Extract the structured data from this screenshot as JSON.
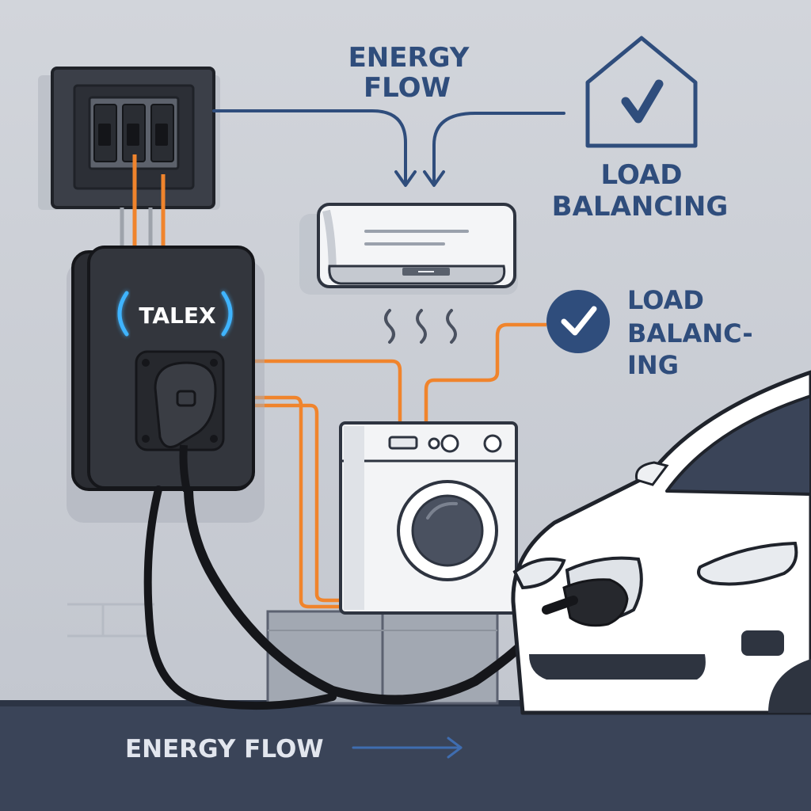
{
  "labels": {
    "energy_flow_top_line1": "ENERGY",
    "energy_flow_top_line2": "FLOW",
    "load_balancing_top_line1": "LOAD",
    "load_balancing_top_line2": "BALANCING",
    "load_balancing_mid_line1": "LOAD",
    "load_balancing_mid_line2": "BALANC-",
    "load_balancing_mid_line3": "ING",
    "energy_flow_bottom": "ENERGY FLOW"
  },
  "charger": {
    "brand": "TALEX"
  },
  "icons": [
    "breaker-panel-icon",
    "house-check-icon",
    "check-circle-icon",
    "air-conditioner-icon",
    "washing-machine-icon",
    "ev-charger-icon",
    "car-icon",
    "arrow-right-icon"
  ],
  "colors": {
    "background": "#cdd1d8",
    "floor": "#3a4458",
    "label_blue": "#2f4d7c",
    "power_line_orange": "#f0842c",
    "charger_body": "#2b2d33",
    "glow": "#3fb4ff"
  }
}
